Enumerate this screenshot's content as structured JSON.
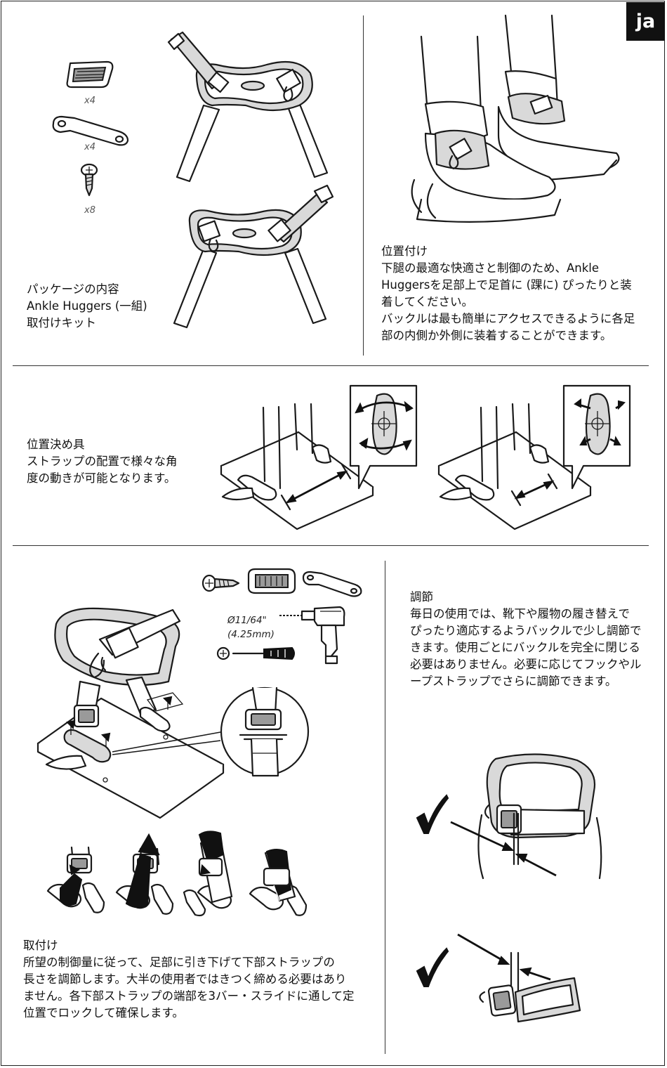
{
  "badge": {
    "lang": "ja"
  },
  "package": {
    "title": "パッケージの内容",
    "lines": [
      "Ankle Huggers (一組)",
      "取付けキット"
    ],
    "quantities": {
      "slider": "x4",
      "bracket": "x4",
      "screw": "x8"
    }
  },
  "positioning": {
    "title": "位置付け",
    "body": "下腿の最適な快適さと制御のため、Ankle\nHuggersを足部上で足首に (踝に) ぴったりと装\n着してください。\nバックルは最も簡単にアクセスできるように各足\n部の内側か外側に装着することができます。"
  },
  "locator": {
    "title": "位置決め具",
    "body": "ストラップの配置で様々な角\n度の動きが可能となります。"
  },
  "install": {
    "title": "取付け",
    "body": "所望の制御量に従って、足部に引き下げて下部ストラップの\n長さを調節します。大半の使用者ではきつく締める必要はあり\nません。各下部ストラップの端部を3バー・スライドに通して定\n位置でロックして確保します。",
    "drill_bit": "Ø11/64\"",
    "drill_bit_mm": "(4.25mm)"
  },
  "adjust": {
    "title": "調節",
    "body": "毎日の使用では、靴下や履物の履き替えで\nぴったり適応するようバックルで少し調節で\nきます。使用ごとにバックルを完全に閉じる\n必要はありません。必要に応じてフックやル\nープストラップでさらに調節できます。"
  },
  "icons": {
    "check": "checkmark-icon",
    "drill": "drill-icon",
    "screwdriver": "phillips-screwdriver-icon",
    "screw": "screw-icon",
    "slider": "three-bar-slide-icon",
    "bracket": "bracket-icon"
  }
}
